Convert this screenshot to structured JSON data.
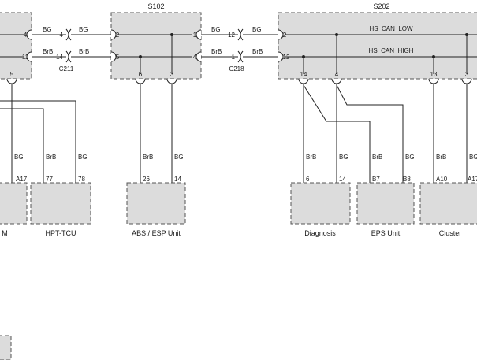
{
  "splices": {
    "s102": "S102",
    "s202": "S202"
  },
  "bus_labels": {
    "low": "HS_CAN_LOW",
    "high": "HS_CAN_HIGH"
  },
  "wire_colors": {
    "bg": "BG",
    "brb": "BrB"
  },
  "connectors": {
    "c211": "C211",
    "c218": "C218"
  },
  "pins": {
    "left_box": [
      "4",
      "11",
      "5"
    ],
    "c211": [
      "4",
      "14"
    ],
    "s102_in": [
      "2",
      "5"
    ],
    "s102_out": [
      "1",
      "4"
    ],
    "s102_bottom": [
      "6",
      "3"
    ],
    "c218": [
      "12",
      "1"
    ],
    "s202_in": [
      "2",
      "12"
    ],
    "s202_bottom": [
      "14",
      "4",
      "13",
      "3"
    ]
  },
  "modules": {
    "left_partial": {
      "name": "M",
      "pin": "A17"
    },
    "hpt_tcu": {
      "name": "HPT-TCU",
      "pins": [
        "77",
        "78"
      ]
    },
    "abs": {
      "name": "ABS / ESP Unit",
      "pins": [
        "26",
        "14"
      ]
    },
    "diagnosis": {
      "name": "Diagnosis",
      "pins": [
        "6",
        "14"
      ]
    },
    "eps": {
      "name": "EPS Unit",
      "pins": [
        "B7",
        "B8"
      ]
    },
    "cluster": {
      "name": "Cluster",
      "pin": "A10"
    },
    "right_partial": {
      "pin": "A17"
    }
  },
  "colors": {
    "box_fill": "#dcdcdc",
    "line": "#222222"
  }
}
